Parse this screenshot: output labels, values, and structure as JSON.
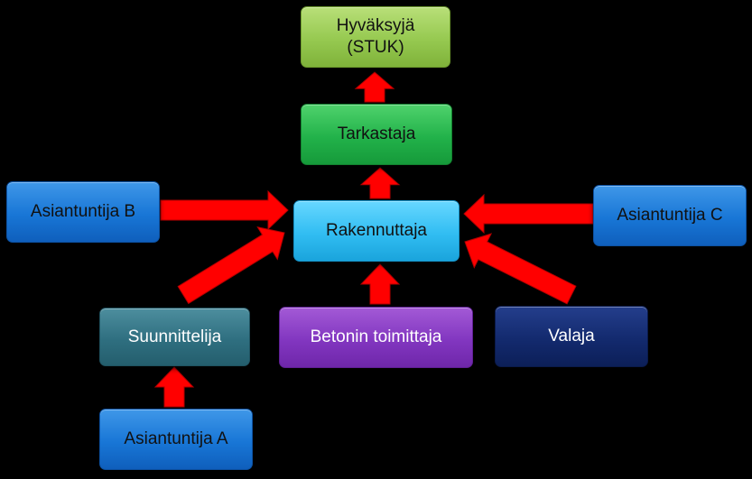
{
  "nodes": {
    "hyvaksyja": "Hyväksyjä\n(STUK)",
    "tarkastaja": "Tarkastaja",
    "rakennuttaja": "Rakennuttaja",
    "asiantuntija_b": "Asiantuntija B",
    "asiantuntija_c": "Asiantuntija C",
    "suunnittelija": "Suunnittelija",
    "betonin_toimittaja": "Betonin toimittaja",
    "valaja": "Valaja",
    "asiantuntija_a": "Asiantuntija A"
  },
  "edges": [
    {
      "from": "tarkastaja",
      "to": "hyvaksyja"
    },
    {
      "from": "rakennuttaja",
      "to": "tarkastaja"
    },
    {
      "from": "asiantuntija_b",
      "to": "rakennuttaja"
    },
    {
      "from": "asiantuntija_c",
      "to": "rakennuttaja"
    },
    {
      "from": "suunnittelija",
      "to": "rakennuttaja"
    },
    {
      "from": "betonin_toimittaja",
      "to": "rakennuttaja"
    },
    {
      "from": "valaja",
      "to": "rakennuttaja"
    },
    {
      "from": "asiantuntija_a",
      "to": "suunnittelija"
    }
  ],
  "colors": {
    "arrow": "#ff0000",
    "background": "#000000"
  }
}
